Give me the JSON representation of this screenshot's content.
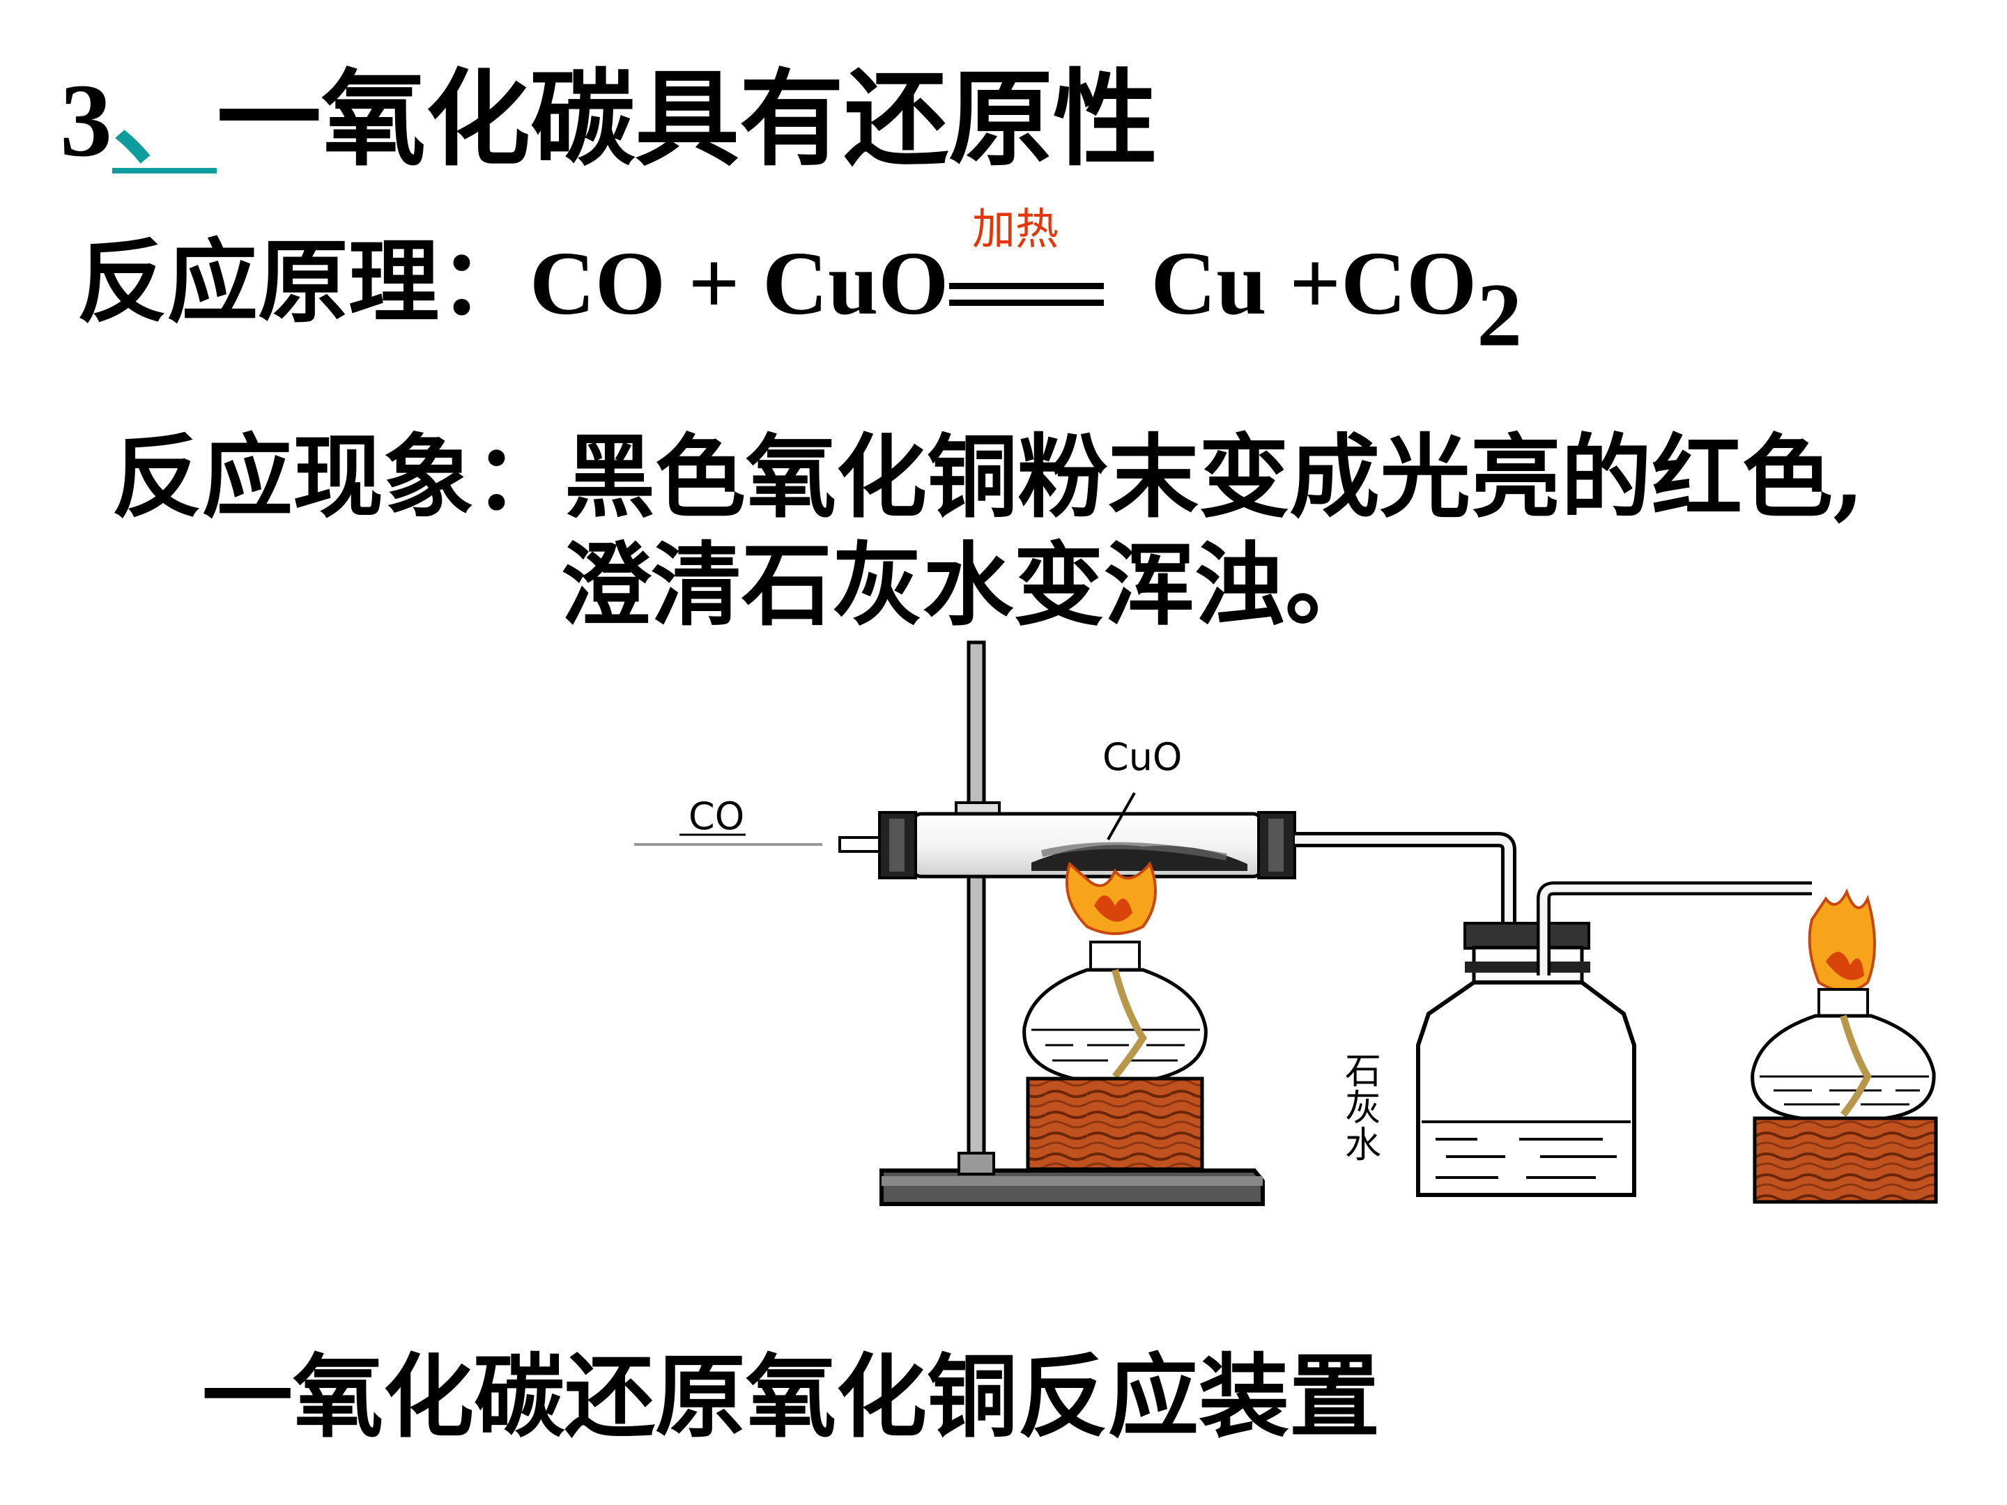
{
  "title": {
    "number": "3",
    "separator": "、",
    "text": "一氧化碳具有还原性"
  },
  "principle": {
    "label": "反应原理：",
    "reactants": "CO + CuO",
    "condition": "加热",
    "product_cu": "Cu +CO",
    "subscript": "2"
  },
  "phenomenon": {
    "label": "反应现象：",
    "line1": "黑色氧化铜粉末变成光亮的红色,",
    "line2": "澄清石灰水变浑浊。"
  },
  "diagram": {
    "label_co": "CO",
    "label_cuo": "CuO",
    "label_limewater": [
      "石",
      "灰",
      "水"
    ]
  },
  "caption": "一氧化碳还原氧化铜反应装置",
  "colors": {
    "condition_text": "#e3370a",
    "separator": "#0f9c9c",
    "wood": "#c0521f",
    "flame": "#f6a51a"
  }
}
